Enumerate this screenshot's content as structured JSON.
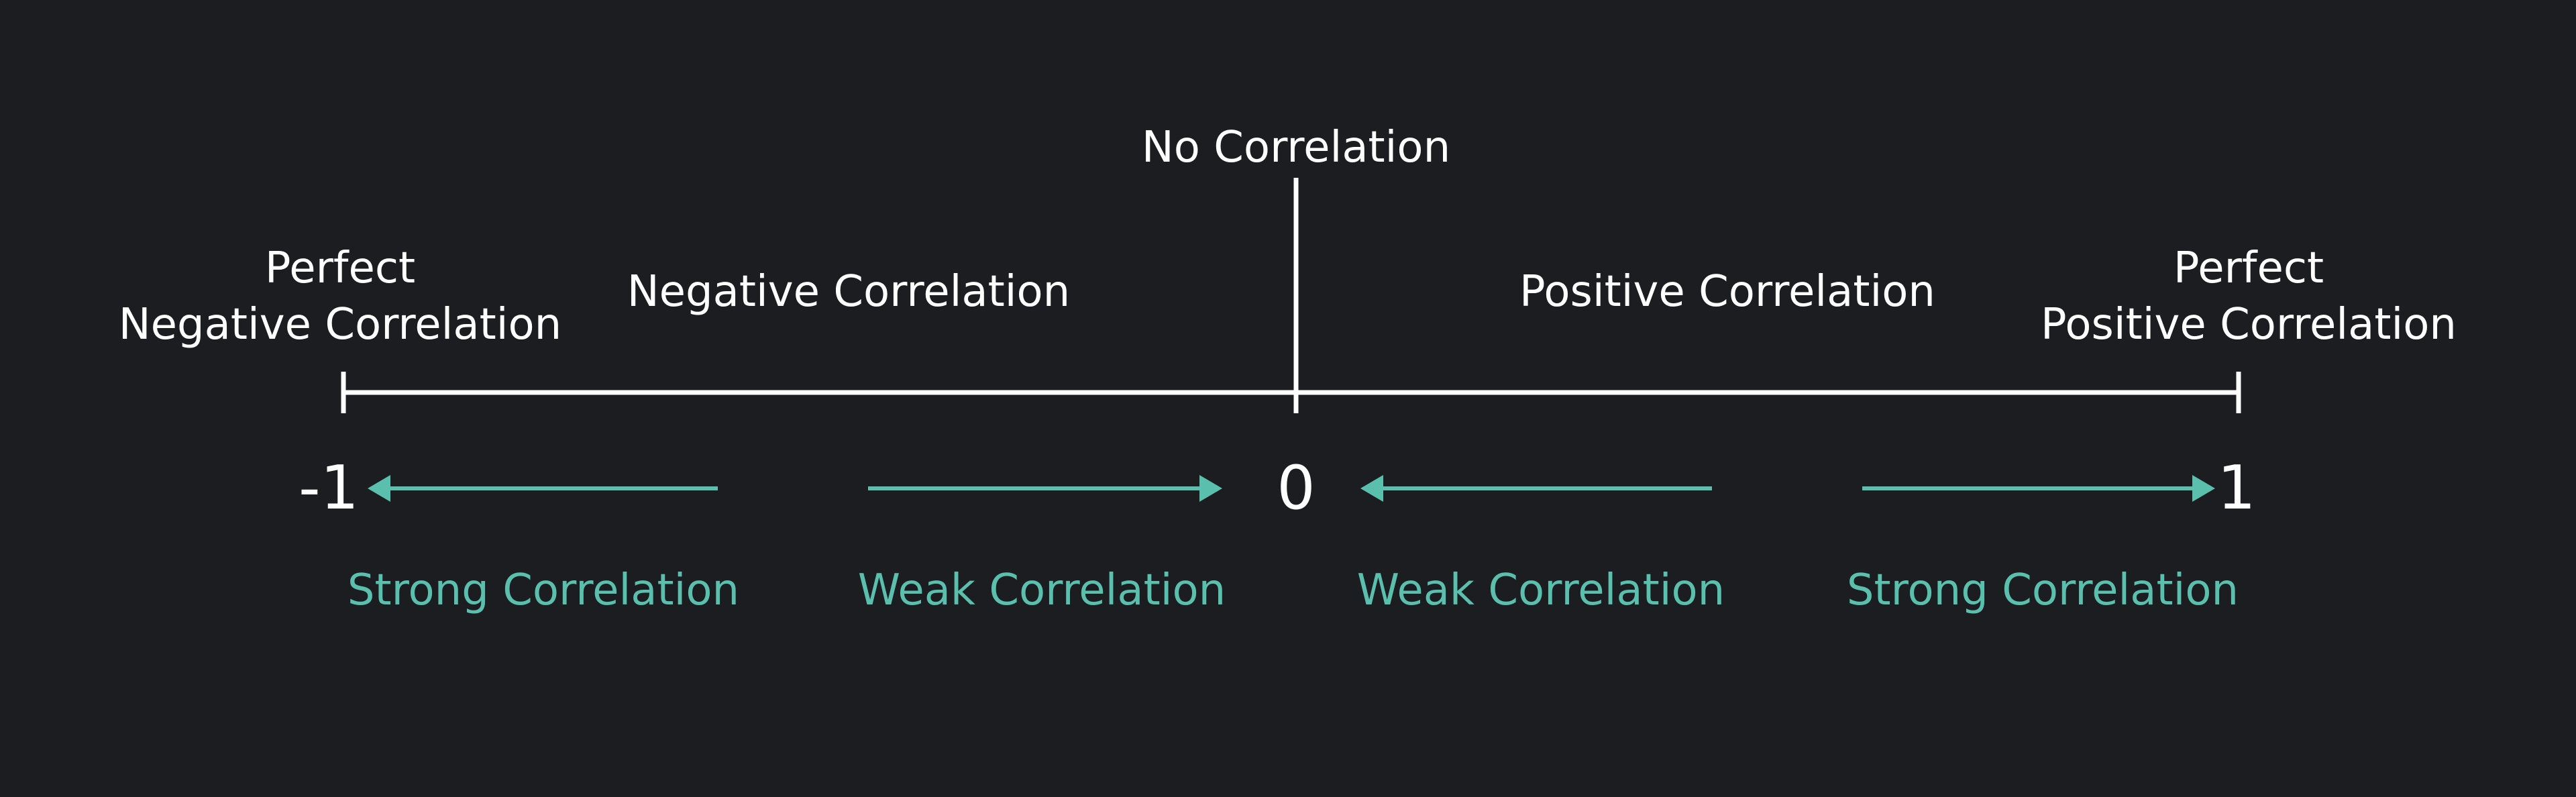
{
  "labels": {
    "center_top": "No Correlation",
    "perfect_negative_line1": "Perfect",
    "perfect_negative_line2": "Negative Correlation",
    "negative": "Negative Correlation",
    "positive": "Positive Correlation",
    "perfect_positive_line1": "Perfect",
    "perfect_positive_line2": "Positive Correlation"
  },
  "scale": {
    "min_label": "-1",
    "mid_label": "0",
    "max_label": "1"
  },
  "strength": {
    "strong_left": "Strong Correlation",
    "weak_left": "Weak Correlation",
    "weak_right": "Weak Correlation",
    "strong_right": "Strong Correlation"
  },
  "colors": {
    "background": "#1c1d20",
    "line": "#ffffff",
    "accent": "#5bbfae"
  }
}
